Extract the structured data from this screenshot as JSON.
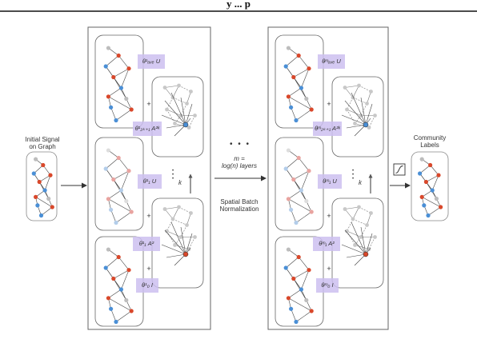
{
  "header_fragment": "y   ...   p",
  "input": {
    "label_line1": "Initial Signal",
    "label_line2": "on Graph"
  },
  "output": {
    "label_line1": "Community",
    "label_line2": "Labels"
  },
  "middle": {
    "dots": "• • •",
    "layers_line1": "m =",
    "layers_line2": "log(n) layers",
    "bn_line1": "Spatial Batch",
    "bn_line2": "Normalization"
  },
  "block1": {
    "terms": [
      "θ¹ₐᵥₑ U",
      "θ¹₂ₖ₊₁ A²ᵏ",
      "θ¹₁ U",
      "θ¹₁ A²",
      "θ¹₀ I"
    ],
    "plus": "+",
    "k_label": "k"
  },
  "block2": {
    "terms": [
      "θᵐₐᵥₑ U",
      "θᵐ₂ₖ₊₁ A²ᵏ",
      "θᵐ₁ U",
      "θᵐ₁ A²",
      "θᵐ₀ I"
    ],
    "plus": "+",
    "k_label": "k"
  },
  "sigmoid_icon": "sigmoid-icon",
  "colors": {
    "red": "#d9482b",
    "blue": "#4a8fd6",
    "gray": "#bdbdbd",
    "purple": "#cdbff0",
    "line": "#444444"
  }
}
